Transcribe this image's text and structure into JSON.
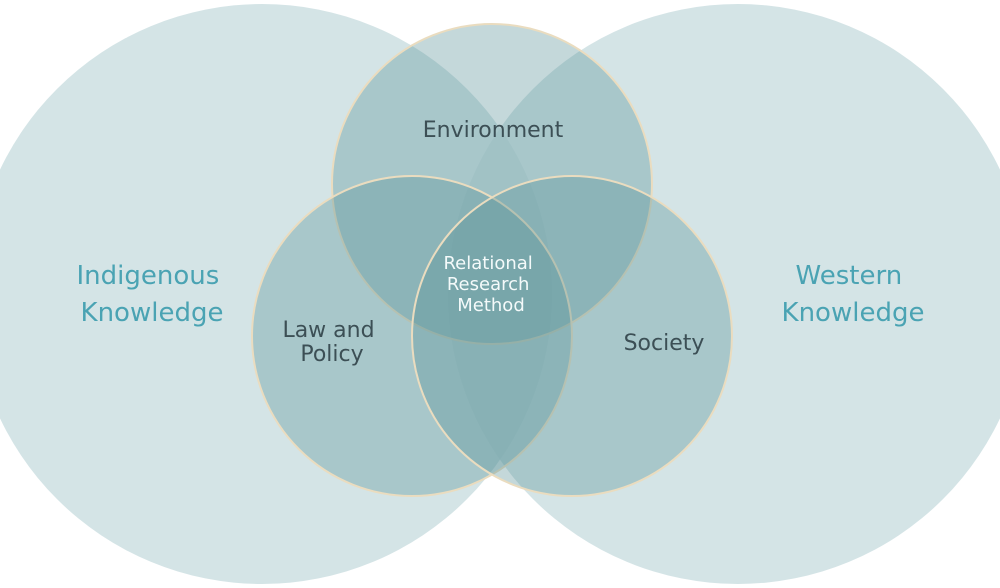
{
  "regions": {
    "indigenous": {
      "line1": "Indigenous",
      "line2": "Knowledge"
    },
    "western": {
      "line1": "Western",
      "line2": "Knowledge"
    },
    "environment": {
      "label": "Environment"
    },
    "law_policy": {
      "line1": "Law and",
      "line2": "Policy"
    },
    "society": {
      "label": "Society"
    },
    "core": {
      "line1": "Relational",
      "line2": "Research",
      "line3": "Method"
    }
  },
  "colors": {
    "outer_circle_fill": "#c4d9dc",
    "inner_circle_fill": "#5c9399",
    "circle_outline": "#eadcbf",
    "outer_label": "#4aa3b3",
    "inner_label": "#3c4f55",
    "core_label": "#f4fafa"
  }
}
